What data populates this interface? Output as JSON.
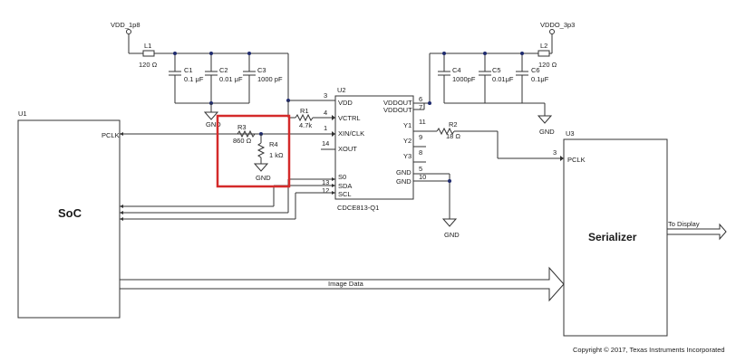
{
  "power": {
    "vdd_1p8": "VDD_1p8",
    "vddo_3p3": "VDDO_3p3"
  },
  "inductors": {
    "l1": {
      "ref": "L1",
      "value": "120 Ω"
    },
    "l2": {
      "ref": "L2",
      "value": "120 Ω"
    }
  },
  "capacitors": [
    {
      "ref": "C1",
      "value": "0.1 μF"
    },
    {
      "ref": "C2",
      "value": "0.01 μF"
    },
    {
      "ref": "C3",
      "value": "1000 pF"
    },
    {
      "ref": "C4",
      "value": "1000pF"
    },
    {
      "ref": "C5",
      "value": "0.01μF"
    },
    {
      "ref": "C6",
      "value": "0.1μF"
    }
  ],
  "resistors": {
    "r1": {
      "ref": "R1",
      "value": "4.7k"
    },
    "r2": {
      "ref": "R2",
      "value": "18 Ω"
    },
    "r3": {
      "ref": "R3",
      "value": "860 Ω"
    },
    "r4": {
      "ref": "R4",
      "value": "1 kΩ"
    }
  },
  "gnd": "GND",
  "u1": {
    "ref": "U1",
    "name": "SoC",
    "pin_pclk": "PCLK"
  },
  "u2": {
    "ref": "U2",
    "part": "CDCE813-Q1",
    "left_pins": [
      {
        "num": "3",
        "name": "VDD"
      },
      {
        "num": "4",
        "name": "VCTRL"
      },
      {
        "num": "1",
        "name": "XIN/CLK"
      },
      {
        "num": "14",
        "name": "XOUT"
      },
      {
        "num": "",
        "name": "S0"
      },
      {
        "num": "13",
        "name": "SDA"
      },
      {
        "num": "12",
        "name": "SCL"
      }
    ],
    "right_pins": [
      {
        "num": "6",
        "name": "VDDOUT"
      },
      {
        "num": "7",
        "name": "VDDOUT"
      },
      {
        "num": "11",
        "name": "Y1"
      },
      {
        "num": "9",
        "name": "Y2"
      },
      {
        "num": "8",
        "name": "Y3"
      },
      {
        "num": "5",
        "name": "GND"
      },
      {
        "num": "10",
        "name": "GND"
      }
    ]
  },
  "u3": {
    "ref": "U3",
    "name": "Serializer",
    "pin_num": "3",
    "pin_pclk": "PCLK"
  },
  "signals": {
    "image_data": "Image Data",
    "to_display": "To Display"
  },
  "copyright": "Copyright © 2017, Texas Instruments Incorporated",
  "colors": {
    "highlight": "#d42a2a",
    "junction": "#1e2a6e"
  }
}
